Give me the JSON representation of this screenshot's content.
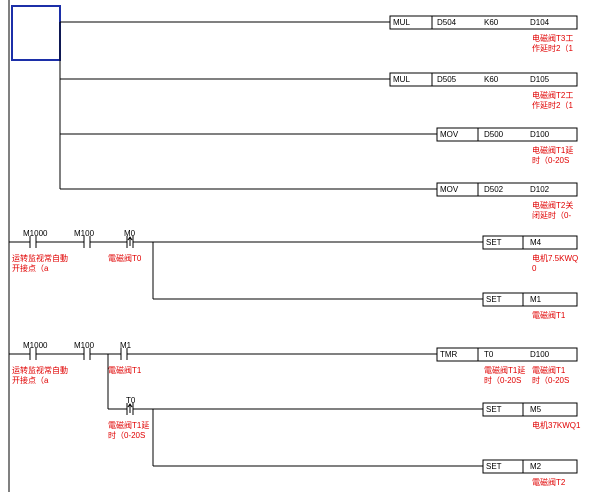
{
  "rungs_top": [
    {
      "op": "MUL",
      "a": "D504",
      "b": "K60",
      "dst": "D104",
      "comment": [
        "电磁阀T3工",
        "作延时2（1"
      ]
    },
    {
      "op": "MUL",
      "a": "D505",
      "b": "K60",
      "dst": "D105",
      "comment": [
        "电磁阀T2工",
        "作延时2（1"
      ]
    },
    {
      "op": "MOV",
      "a": "D500",
      "b": "",
      "dst": "D100",
      "comment": [
        "电磁阀T1延",
        "时（0-20S"
      ]
    },
    {
      "op": "MOV",
      "a": "D502",
      "b": "",
      "dst": "D102",
      "comment": [
        "电磁阀T2关",
        "闭延时（0-"
      ]
    }
  ],
  "rung2": {
    "c1_label": "M1000",
    "c1_comment": [
      "运转监视常自動",
      "开接点（a"
    ],
    "c2_label": "M100",
    "c3_label": "M0",
    "c3_comment": [
      "電磁阀T0"
    ],
    "set1": {
      "op": "SET",
      "arg": "M4",
      "comment": [
        "电机7.5KWQ",
        "0"
      ]
    },
    "set2": {
      "op": "SET",
      "arg": "M1",
      "comment": [
        "電磁阀T1"
      ]
    }
  },
  "rung3": {
    "c1_label": "M1000",
    "c1_comment": [
      "运转监视常自動",
      "开接点（a"
    ],
    "c2_label": "M100",
    "c3_label": "M1",
    "c3_comment": [
      "電磁阀T1"
    ],
    "tmr": {
      "op": "TMR",
      "a": "T0",
      "b": "D100",
      "comment_a": [
        "電磁阀T1延",
        "时（0-20S"
      ],
      "comment_b": [
        "電磁阀T1",
        "时（0-20S"
      ]
    },
    "c4_label": "T0",
    "c4_comment": [
      "電磁阀T1延",
      "时（0-20S"
    ],
    "set1": {
      "op": "SET",
      "arg": "M5",
      "comment": [
        "电机37KWQ1"
      ]
    },
    "set2": {
      "op": "SET",
      "arg": "M2",
      "comment": [
        "電磁阀T2"
      ]
    }
  }
}
